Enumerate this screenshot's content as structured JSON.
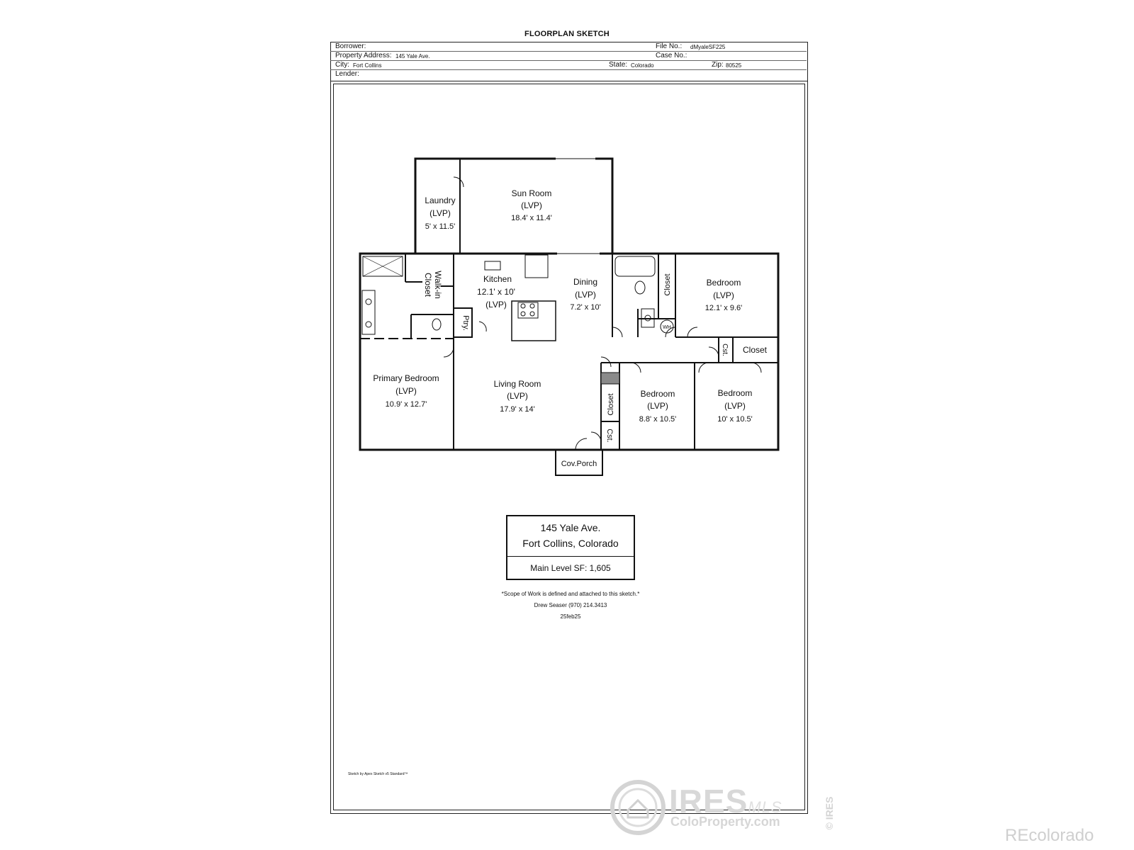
{
  "sheet": {
    "title": "FLOORPLAN SKETCH",
    "borrower_label": "Borrower:",
    "file_no_label": "File No.:",
    "file_no": "dMyaleSF225",
    "property_address_label": "Property Address:",
    "property_address": "145 Yale Ave.",
    "case_no_label": "Case No.:",
    "city_label": "City:",
    "city": "Fort Collins",
    "state_label": "State:",
    "state": "Colorado",
    "zip_label": "Zip:",
    "zip": "80525",
    "lender_label": "Lender:"
  },
  "rooms": {
    "sun_room": {
      "name": "Sun Room",
      "floor": "(LVP)",
      "size": "18.4' x 11.4'"
    },
    "laundry": {
      "name": "Laundry",
      "floor": "(LVP)",
      "size": "5' x 11.5'"
    },
    "walk_in_closet": {
      "line1": "Walk-in",
      "line2": "Closet"
    },
    "kitchen": {
      "name": "Kitchen",
      "size": "12.1' x 10'",
      "floor": "(LVP)"
    },
    "pantry": "Ptry.",
    "dining": {
      "name": "Dining",
      "floor": "(LVP)",
      "size": "7.2' x 10'"
    },
    "bath_closet": "Closet",
    "water_heater": "WH",
    "bedroom_ne": {
      "name": "Bedroom",
      "floor": "(LVP)",
      "size": "12.1' x 9.6'"
    },
    "closet_small": "Cst.",
    "closet_e": "Closet",
    "primary_bedroom": {
      "name": "Primary Bedroom",
      "floor": "(LVP)",
      "size": "10.9' x 12.7'"
    },
    "living_room": {
      "name": "Living Room",
      "floor": "(LVP)",
      "size": "17.9' x 14'"
    },
    "closet_center": "Closet",
    "closet_center_small": "Cst.",
    "bedroom_center": {
      "name": "Bedroom",
      "floor": "(LVP)",
      "size": "8.8' x 10.5'"
    },
    "bedroom_se": {
      "name": "Bedroom",
      "floor": "(LVP)",
      "size": "10' x 10.5'"
    },
    "covered_porch": "Cov.Porch"
  },
  "summary": {
    "address_line1": "145 Yale Ave.",
    "address_line2": "Fort Collins, Colorado",
    "main_level_sf": "Main Level SF: 1,605"
  },
  "notes": {
    "scope": "*Scope of Work is defined and attached to this sketch.*",
    "author": "Drew Seaser    (970) 214.3413",
    "date": "25feb25"
  },
  "credit": "Sketch by Apex Sketch v5 Standard™",
  "watermarks": {
    "ires": "IRES",
    "mls": "MLS",
    "ires_vertical": "© IRES",
    "coloproperty": "ColoProperty.com",
    "recolorado": "REcolorado"
  }
}
